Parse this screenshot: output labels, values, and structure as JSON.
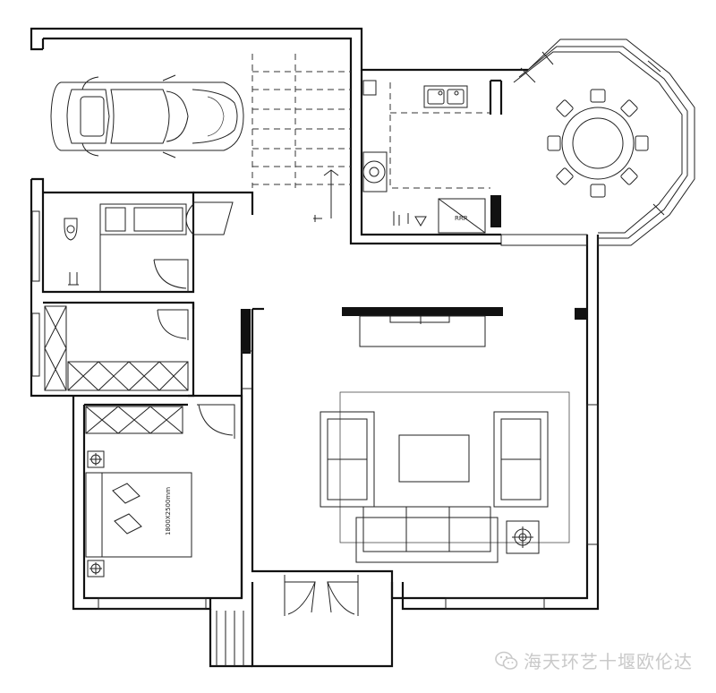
{
  "plan": {
    "bed_label": "1800X2500mm",
    "stove_label": "RRR"
  },
  "watermark": {
    "text": "海天环艺十堰欧伦达",
    "icon": "wechat-icon"
  }
}
